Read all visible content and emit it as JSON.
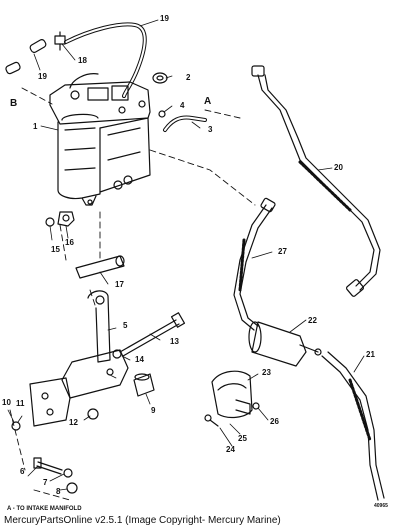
{
  "callouts": [
    "1",
    "2",
    "3",
    "4",
    "5",
    "6",
    "7",
    "8",
    "9",
    "10",
    "11",
    "12",
    "13",
    "14",
    "15",
    "16",
    "17",
    "18",
    "19",
    "19",
    "20",
    "21",
    "22",
    "23",
    "24",
    "25",
    "26",
    "27"
  ],
  "letters": {
    "a": "A",
    "b": "B"
  },
  "note": "A - TO INTAKE MANIFOLD",
  "figure_code": "40965",
  "caption": "MercuryPartsOnline v2.5.1 (Image Copyright- Mercury Marine)"
}
